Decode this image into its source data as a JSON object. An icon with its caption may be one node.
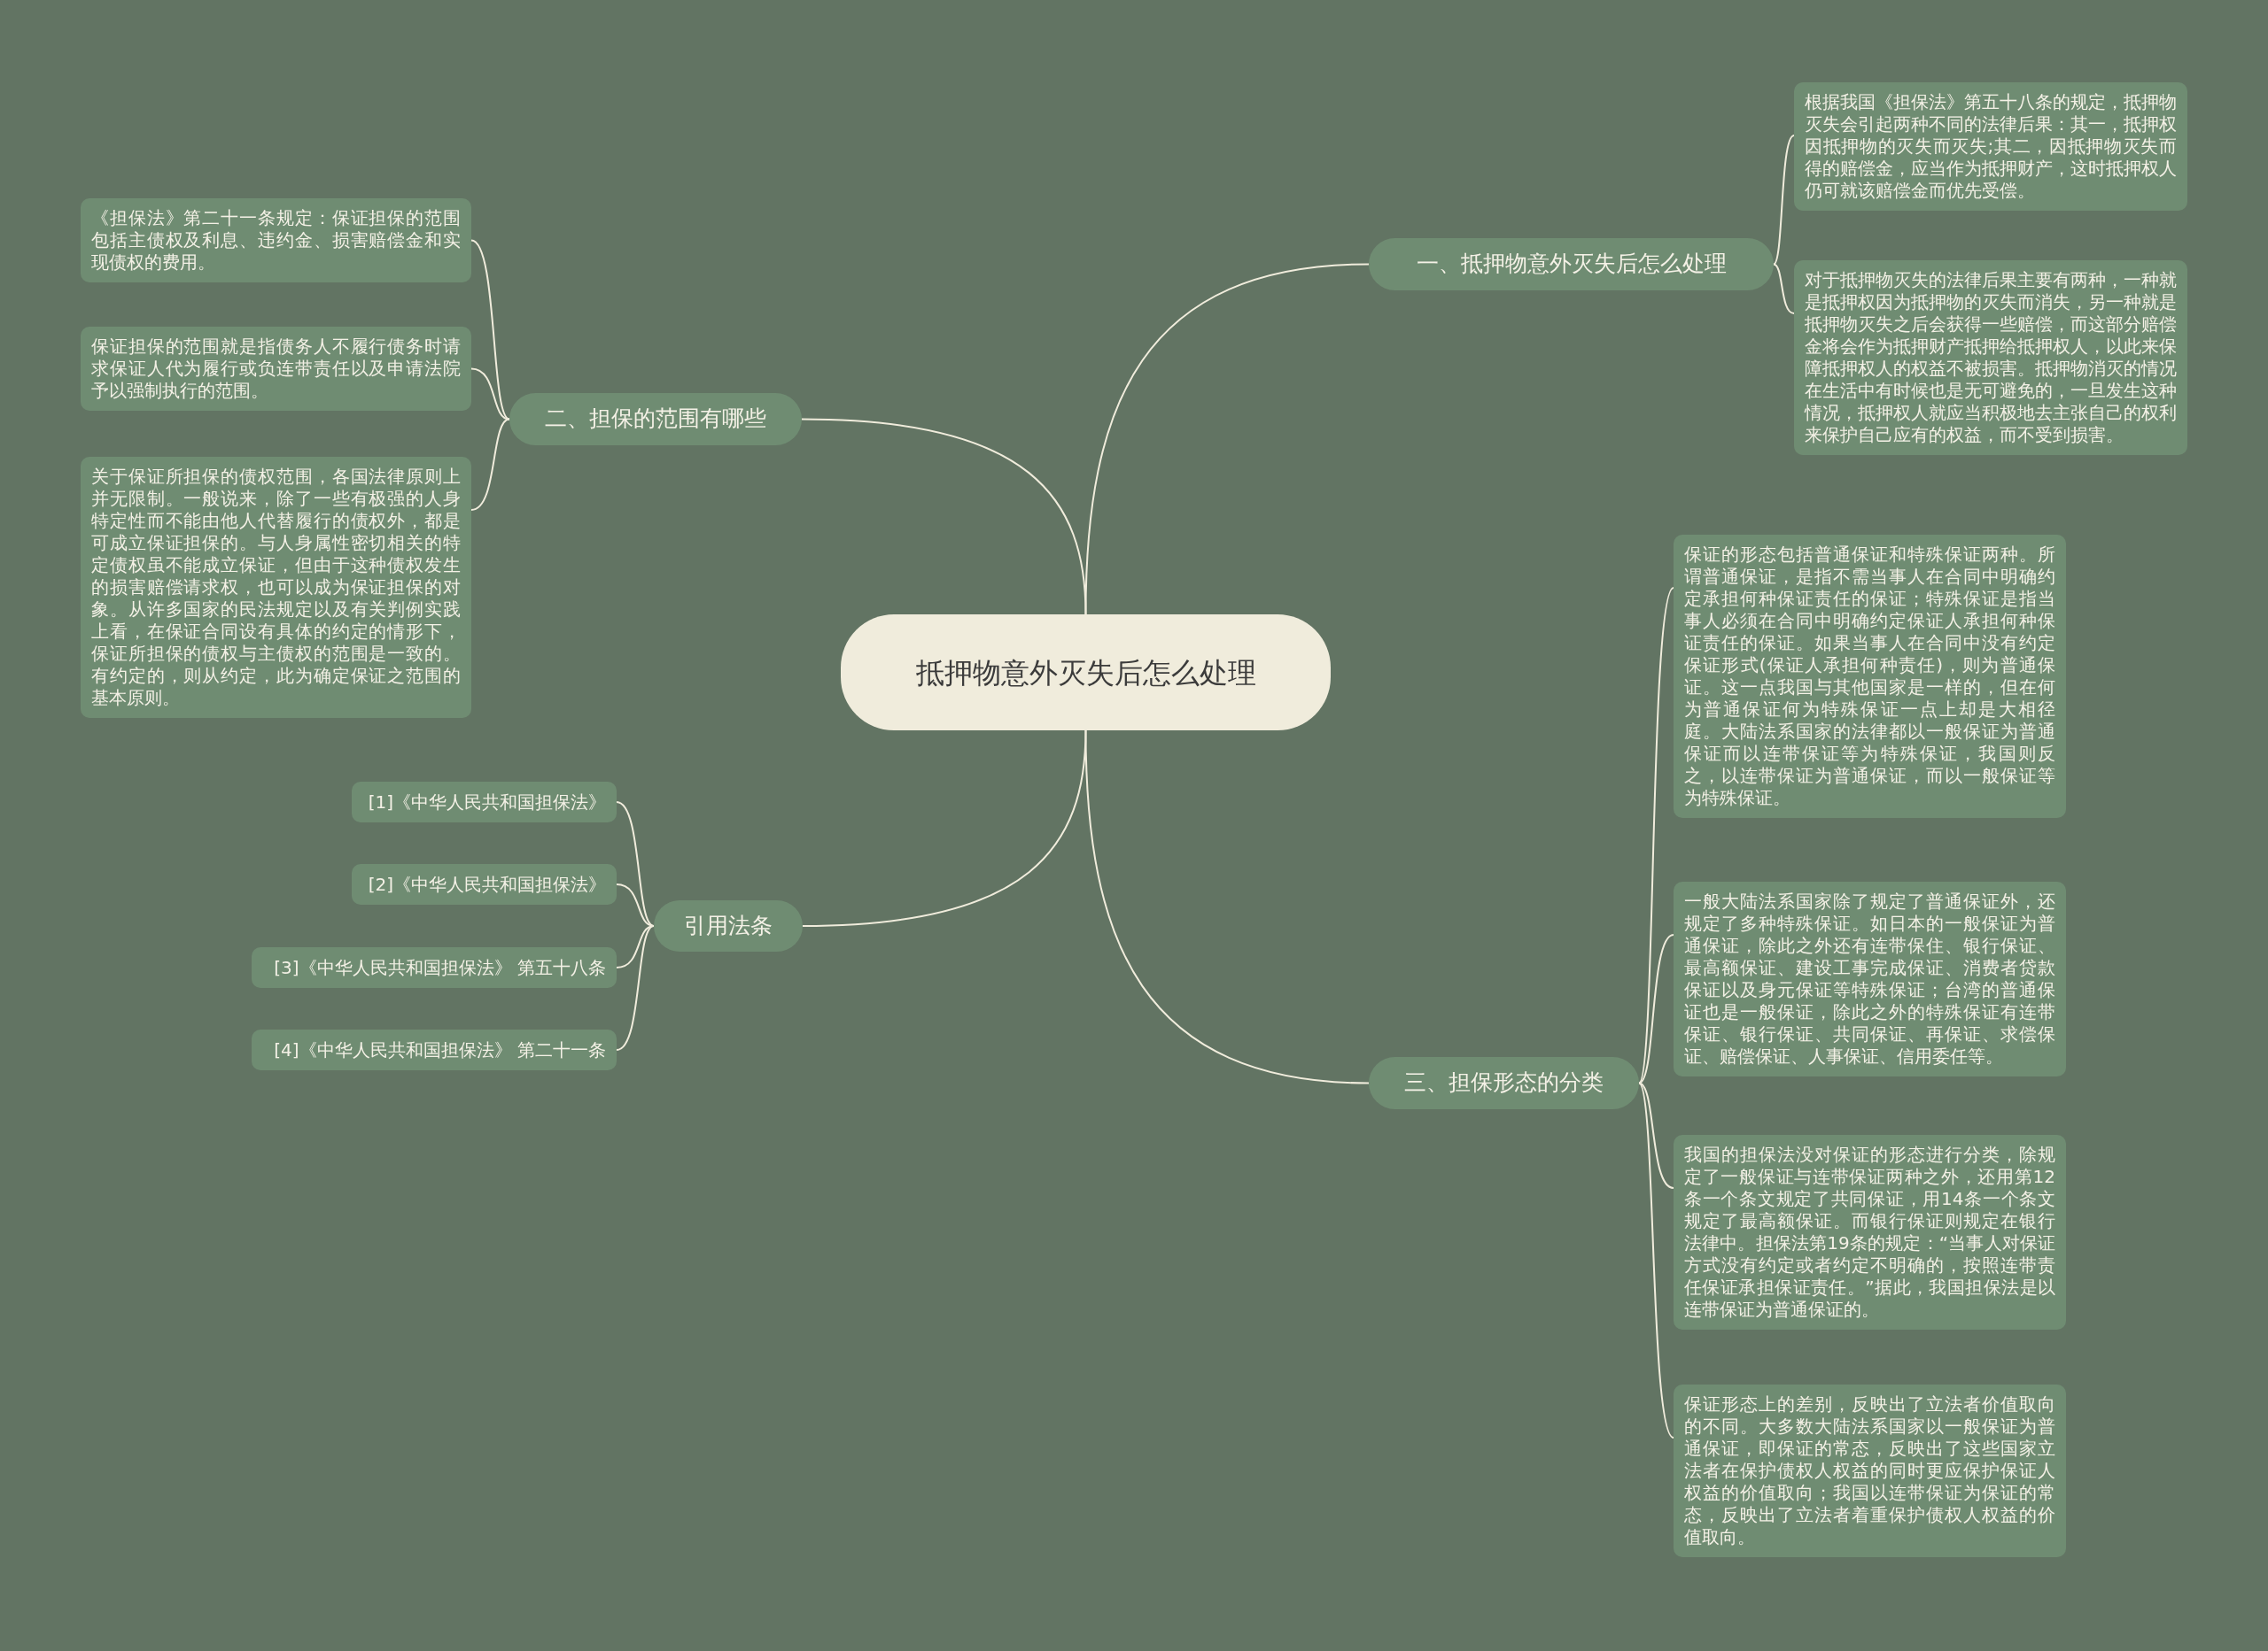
{
  "diagram": {
    "nodes": [
      {
        "text": [
          "抵押物意外灭失后怎么处理"
        ]
      },
      {
        "text": [
          "一、抵押物意外灭失后怎么处理"
        ]
      },
      {
        "text": [
          "根据我国《担保法》第五十八条的规定，抵押物灭失会引起两种不同的法律后果：其一，抵押权因抵押物的灭失而灭失;其二，因抵押物灭失而得的赔偿金，应当作为抵押财产，这时抵押权人仍可就该赔偿金而优先受偿。"
        ]
      },
      {
        "text": [
          "对于抵押物灭失的法律后果主要有两种，一种就是抵押权因为抵押物的灭失而消失，另一种就是抵押物灭失之后会获得一些赔偿，而这部分赔偿金将会作为抵押财产抵押给抵押权人，以此来保障抵押权人的权益不被损害。抵押物消灭的情况在生活中有时候也是无可避免的，一旦发生这种情况，抵押权人就应当积极地去主张自己的权利来保护自己应有的权益，而不受到损害。"
        ]
      },
      {
        "text": [
          "二、担保的范围有哪些"
        ]
      },
      {
        "text": [
          "《担保法》第二十一条规定：保证担保的范围包括主债权及利息、违约金、损害赔偿金和实现债权的费用。"
        ]
      },
      {
        "text": [
          "保证担保的范围就是指债务人不履行债务时请求保证人代为履行或负连带责任以及申请法院予以强制执行的范围。"
        ]
      },
      {
        "text": [
          "关于保证所担保的债权范围，各国法律原则上并无限制。一般说来，除了一些有极强的人身特定性而不能由他人代替履行的债权外，都是可成立保证担保的。与人身属性密切相关的特定债权虽不能成立保证，但由于这种债权发生的损害赔偿请求权，也可以成为保证担保的对象。从许多国家的民法规定以及有关判例实践上看，在保证合同设有具体的约定的情形下，保证所担保的债权与主债权的范围是一致的。有约定的，则从约定，此为确定保证之范围的基本原则。"
        ]
      },
      {
        "text": [
          "引用法条"
        ]
      },
      {
        "text": [
          "[1]《中华人民共和国担保法》"
        ]
      },
      {
        "text": [
          "[2]《中华人民共和国担保法》"
        ]
      },
      {
        "text": [
          "[3]《中华人民共和国担保法》 第五十八条"
        ]
      },
      {
        "text": [
          "[4]《中华人民共和国担保法》 第二十一条"
        ]
      },
      {
        "text": [
          "三、担保形态的分类"
        ]
      },
      {
        "text": [
          "保证的形态包括普通保证和特殊保证两种。所谓普通保证，是指不需当事人在合同中明确约定承担何种保证责任的保证；特殊保证是指当事人必须在合同中明确约定保证人承担何种保证责任的保证。如果当事人在合同中没有约定保证形式(保证人承担何种责任)，则为普通保证。这一点我国与其他国家是一样的，但在何为普通保证何为特殊保证一点上却是大相径庭。大陆法系国家的法律都以一般保证为普通保证而以连带保证等为特殊保证，我国则反之，以连带保证为普通保证，而以一般保证等为特殊保证。"
        ]
      },
      {
        "text": [
          "一般大陆法系国家除了规定了普通保证外，还规定了多种特殊保证。如日本的一般保证为普通保证，除此之外还有连带保住、银行保证、最高额保证、建设工事完成保证、消费者贷款保证以及身元保证等特殊保证；台湾的普通保证也是一般保证，除此之外的特殊保证有连带保证、银行保证、共同保证、再保证、求偿保证、赔偿保证、人事保证、信用委任等。"
        ]
      },
      {
        "text": [
          "我国的担保法没对保证的形态进行分类，除规定了一般保证与连带保证两种之外，还用第12条一个条文规定了共同保证，用14条一个条文规定了最高额保证。而银行保证则规定在银行法律中。担保法第19条的规定：“当事人对保证方式没有约定或者约定不明确的，按照连带责任保证承担保证责任。”据此，我国担保法是以连带保证为普通保证的。"
        ]
      },
      {
        "text": [
          "保证形态上的差别，反映出了立法者价值取向的不同。大多数大陆法系国家以一般保证为普通保证，即保证的常态，反映出了这些国家立法者在保护债权人权益的同时更应保护保证人权益的价值取向；我国以连带保证为保证的常态，反映出了立法者着重保护债权人权益的价值取向。"
        ]
      }
    ],
    "edges": [
      {
        "from": 0,
        "to": 1,
        "arrow": "none"
      },
      {
        "from": 1,
        "to": 2,
        "arrow": "none"
      },
      {
        "from": 1,
        "to": 3,
        "arrow": "none"
      },
      {
        "from": 0,
        "to": 4,
        "arrow": "none"
      },
      {
        "from": 4,
        "to": 5,
        "arrow": "none"
      },
      {
        "from": 4,
        "to": 6,
        "arrow": "none"
      },
      {
        "from": 4,
        "to": 7,
        "arrow": "none"
      },
      {
        "from": 0,
        "to": 8,
        "arrow": "none"
      },
      {
        "from": 8,
        "to": 9,
        "arrow": "none"
      },
      {
        "from": 8,
        "to": 10,
        "arrow": "none"
      },
      {
        "from": 8,
        "to": 11,
        "arrow": "none"
      },
      {
        "from": 8,
        "to": 12,
        "arrow": "none"
      },
      {
        "from": 0,
        "to": 13,
        "arrow": "none"
      },
      {
        "from": 13,
        "to": 14,
        "arrow": "none"
      },
      {
        "from": 13,
        "to": 15,
        "arrow": "none"
      },
      {
        "from": 13,
        "to": 16,
        "arrow": "none"
      },
      {
        "from": 13,
        "to": 17,
        "arrow": "none"
      }
    ]
  }
}
